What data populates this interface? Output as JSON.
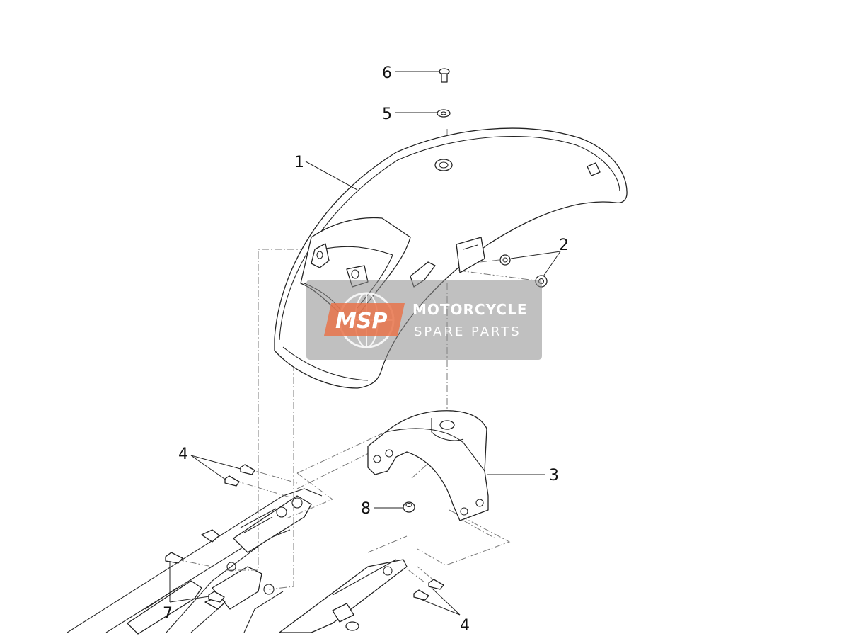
{
  "callouts": [
    {
      "id": "1",
      "label": "1"
    },
    {
      "id": "2",
      "label": "2"
    },
    {
      "id": "3",
      "label": "3"
    },
    {
      "id": "4a",
      "label": "4"
    },
    {
      "id": "4b",
      "label": "4"
    },
    {
      "id": "5",
      "label": "5"
    },
    {
      "id": "6",
      "label": "6"
    },
    {
      "id": "7",
      "label": "7"
    },
    {
      "id": "8",
      "label": "8"
    }
  ],
  "watermark": {
    "logo": "MSP",
    "line1": "MOTORCYCLE",
    "line2": "SPARE PARTS",
    "colors": {
      "box": "#8c8c8c",
      "logo": "#e8734a"
    }
  }
}
